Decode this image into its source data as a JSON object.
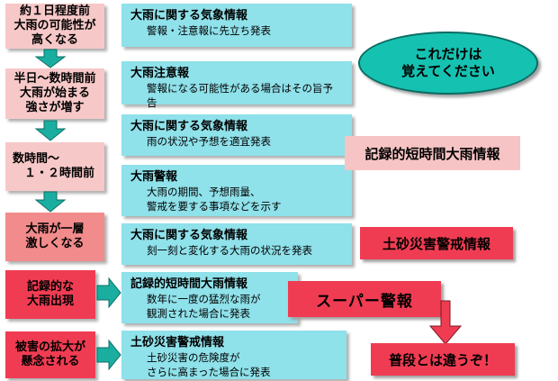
{
  "stages": [
    {
      "id": "stage-1",
      "lines": [
        "約１日程度前",
        "大雨の可能性が",
        "高くなる"
      ]
    },
    {
      "id": "stage-2",
      "lines": [
        "半日～数時間前",
        "大雨が始まる",
        "強さが増す"
      ]
    },
    {
      "id": "stage-3",
      "lines": [
        "数時間～",
        "　１・２時間前"
      ]
    },
    {
      "id": "stage-4",
      "lines": [
        "大雨が一層",
        "激しくなる"
      ]
    },
    {
      "id": "stage-5",
      "lines": [
        "記録的な",
        "大雨出現"
      ]
    },
    {
      "id": "stage-6",
      "lines": [
        "被害の拡大が",
        "懸念される"
      ]
    }
  ],
  "info": [
    {
      "title": "大雨に関する気象情報",
      "desc": [
        "警報・注意報に先立ち発表"
      ]
    },
    {
      "title": "大雨注意報",
      "desc": [
        "警報になる可能性がある場合はその旨予告"
      ]
    },
    {
      "title": "大雨に関する気象情報",
      "desc": [
        "雨の状況や予想を適宜発表"
      ]
    },
    {
      "title": "大雨警報",
      "desc": [
        "大雨の期間、予想雨量、",
        "警戒を要する事項などを示す"
      ]
    },
    {
      "title": "大雨に関する気象情報",
      "desc": [
        "刻一刻と変化する大雨の状況を発表"
      ]
    },
    {
      "title": "記録的短時間大雨情報",
      "desc": [
        "数年に一度の猛烈な雨が",
        "観測された場合に発表"
      ]
    },
    {
      "title": "土砂災害警戒情報",
      "desc": [
        "土砂災害の危険度が",
        "さらに高まった場合に発表"
      ]
    }
  ],
  "oval": {
    "lines": [
      "これだけは",
      "覚えてください"
    ]
  },
  "callouts": {
    "record_rain": "記録的短時間大雨情報",
    "landslide": "土砂災害警戒情報",
    "super_warning": "スーパー警報",
    "different": "普段とは違うぞ！"
  },
  "colors": {
    "stage_light": "#f7c8c8",
    "stage_mid": "#f28b8b",
    "stage_strong": "#f03c52",
    "info_box": "#8fe1ea",
    "arrow_teal": "#1aaea0",
    "oval": "#15c2b2"
  }
}
